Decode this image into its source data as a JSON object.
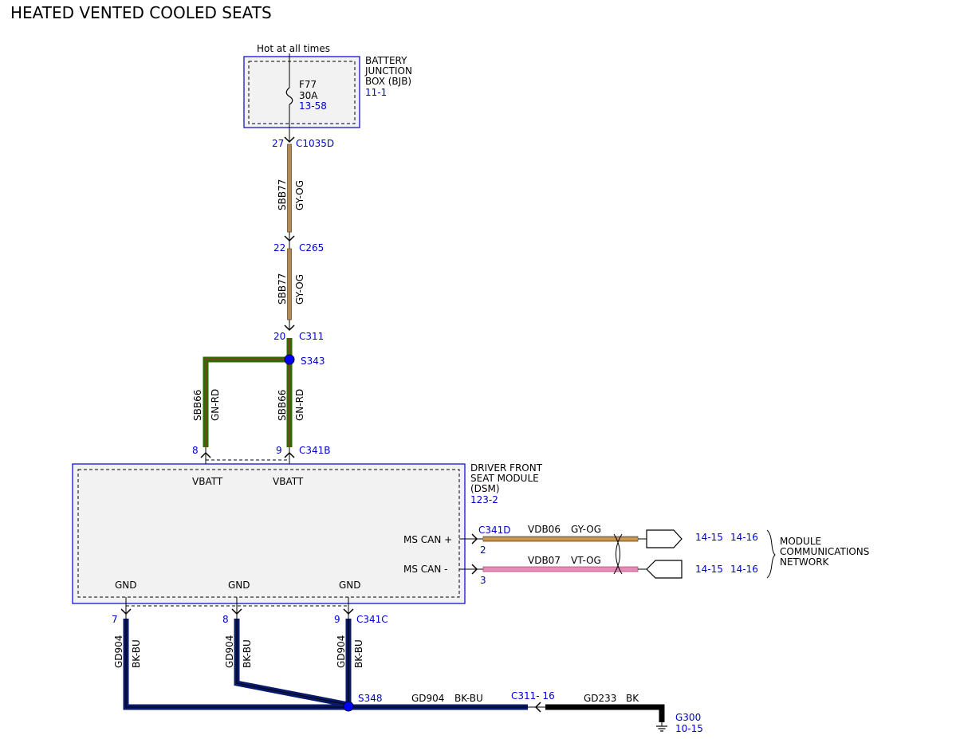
{
  "title": "HEATED VENTED COOLED SEATS",
  "bjb": {
    "hot_label": "Hot at all times",
    "name_lines": [
      "BATTERY",
      "JUNCTION",
      "BOX (BJB)"
    ],
    "ref": "11-1",
    "fuse": {
      "id": "F77",
      "rating": "30A",
      "ref": "13-58"
    }
  },
  "connectors": {
    "c1035d": {
      "pin": "27",
      "name": "C1035D"
    },
    "c265": {
      "pin": "22",
      "name": "C265"
    },
    "c311": {
      "pin": "20",
      "name": "C311"
    },
    "c341b": {
      "pin_left": "8",
      "pin_right": "9",
      "name": "C341B"
    },
    "c341c": {
      "pin_1": "7",
      "pin_2": "8",
      "pin_3": "9",
      "name": "C341C"
    },
    "c341d": {
      "name": "C341D",
      "pin_top": "2",
      "pin_bottom": "3"
    },
    "c311_16": {
      "name": "C311- 16"
    }
  },
  "wires": {
    "sbb77_a": {
      "circuit": "SBB77",
      "color": "GY-OG"
    },
    "sbb77_b": {
      "circuit": "SBB77",
      "color": "GY-OG"
    },
    "sbb66_left": {
      "circuit": "SBB66",
      "color": "GN-RD"
    },
    "sbb66_right": {
      "circuit": "SBB66",
      "color": "GN-RD"
    },
    "gd904_1": {
      "circuit": "GD904",
      "color": "BK-BU"
    },
    "gd904_2": {
      "circuit": "GD904",
      "color": "BK-BU"
    },
    "gd904_3": {
      "circuit": "GD904",
      "color": "BK-BU"
    },
    "gd904_main": {
      "circuit": "GD904",
      "color": "BK-BU"
    },
    "gd233": {
      "circuit": "GD233",
      "color": "BK"
    },
    "vdb06": {
      "circuit": "VDB06",
      "color": "GY-OG"
    },
    "vdb07": {
      "circuit": "VDB07",
      "color": "VT-OG"
    }
  },
  "splices": {
    "s343": "S343",
    "s348": "S348"
  },
  "dsm": {
    "name_lines": [
      "DRIVER FRONT",
      "SEAT MODULE",
      "(DSM)"
    ],
    "ref": "123-2",
    "vbatt_left": "VBATT",
    "vbatt_right": "VBATT",
    "ms_can_plus": "MS CAN +",
    "ms_can_minus": "MS CAN -",
    "gnd_1": "GND",
    "gnd_2": "GND",
    "gnd_3": "GND"
  },
  "network": {
    "refs_top": [
      "14-15",
      "14-16"
    ],
    "refs_bottom": [
      "14-15",
      "14-16"
    ],
    "name_lines": [
      "MODULE",
      "COMMUNICATIONS",
      "NETWORK"
    ]
  },
  "ground": {
    "id": "G300",
    "ref": "10-15"
  },
  "colors": {
    "gy_og_stripe": "#b08a5a",
    "gn_rd_fill": "#2e6b00",
    "gn_rd_stripe": "#8a3a2a",
    "bk_bu_fill": "#0a1a6a",
    "vt_og_fill": "#e88ab8",
    "module_border": "#0000cc",
    "module_fill": "#f2f2f2",
    "splice_dot": "#0000ff"
  }
}
